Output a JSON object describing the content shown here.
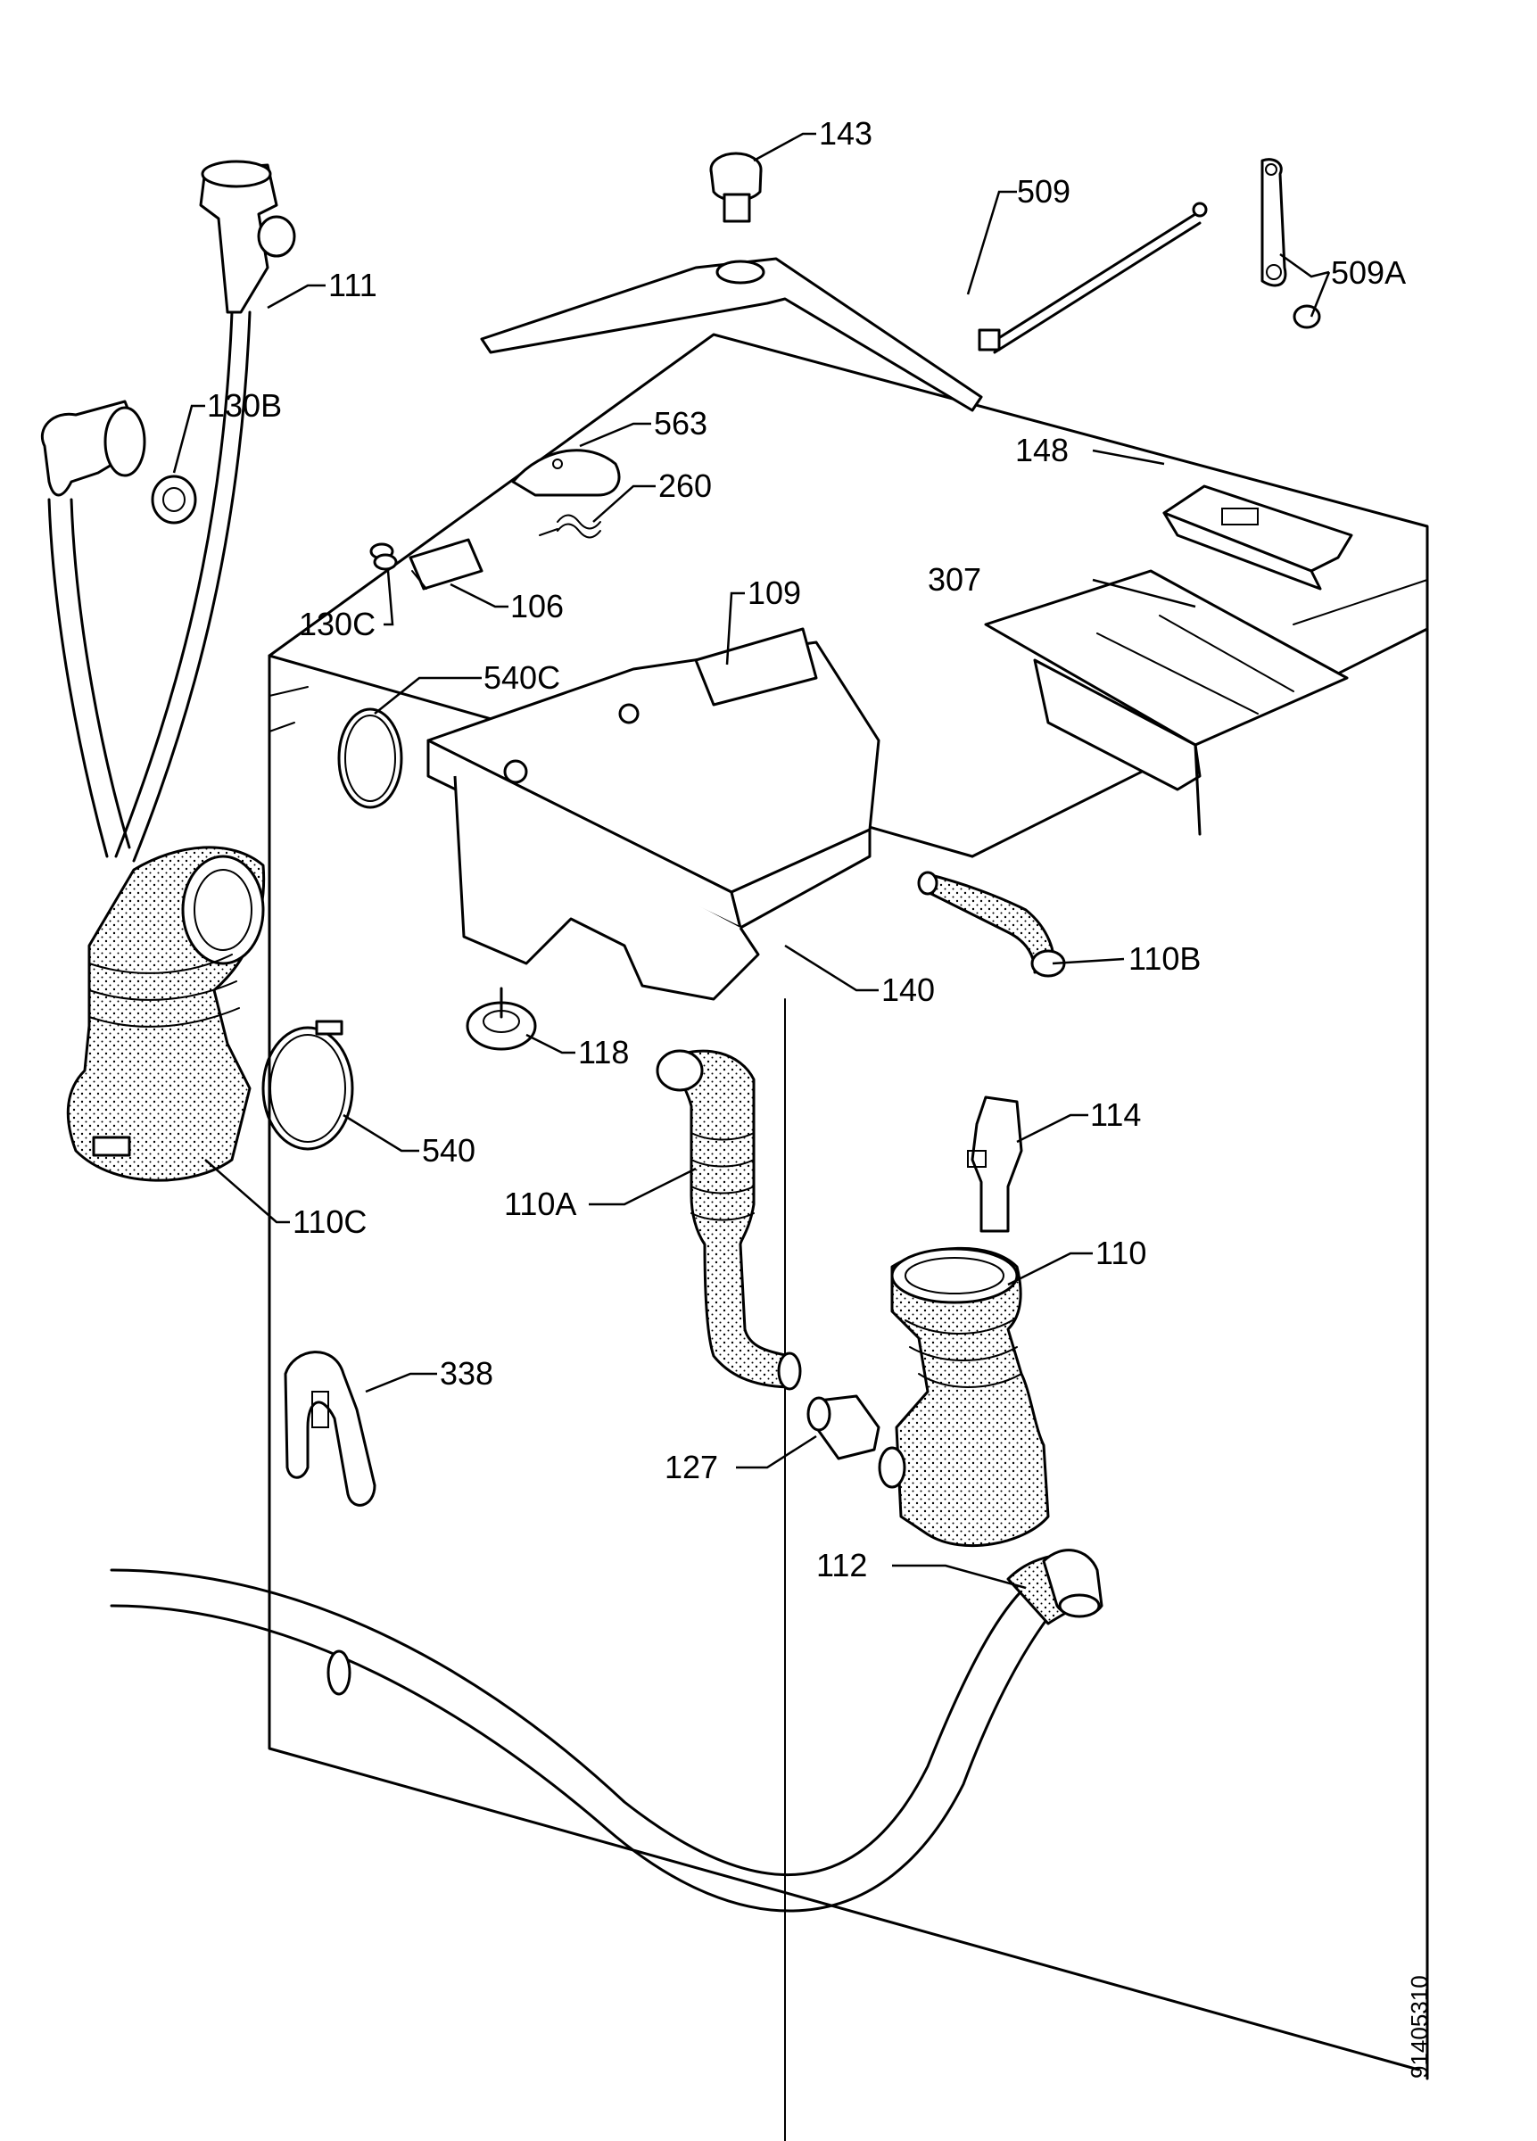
{
  "diagram": {
    "document_number": "91405310",
    "callouts": [
      {
        "id": "143",
        "label": "143"
      },
      {
        "id": "509",
        "label": "509"
      },
      {
        "id": "509A",
        "label": "509A"
      },
      {
        "id": "111",
        "label": "111"
      },
      {
        "id": "130B",
        "label": "130B"
      },
      {
        "id": "563",
        "label": "563"
      },
      {
        "id": "260",
        "label": "260"
      },
      {
        "id": "148",
        "label": "148"
      },
      {
        "id": "307",
        "label": "307"
      },
      {
        "id": "106",
        "label": "106"
      },
      {
        "id": "130C",
        "label": "130C"
      },
      {
        "id": "109",
        "label": "109"
      },
      {
        "id": "540C",
        "label": "540C"
      },
      {
        "id": "110B",
        "label": "110B"
      },
      {
        "id": "140",
        "label": "140"
      },
      {
        "id": "118",
        "label": "118"
      },
      {
        "id": "540",
        "label": "540"
      },
      {
        "id": "114",
        "label": "114"
      },
      {
        "id": "110C",
        "label": "110C"
      },
      {
        "id": "110A",
        "label": "110A"
      },
      {
        "id": "110",
        "label": "110"
      },
      {
        "id": "338",
        "label": "338"
      },
      {
        "id": "127",
        "label": "127"
      },
      {
        "id": "112",
        "label": "112"
      }
    ]
  }
}
